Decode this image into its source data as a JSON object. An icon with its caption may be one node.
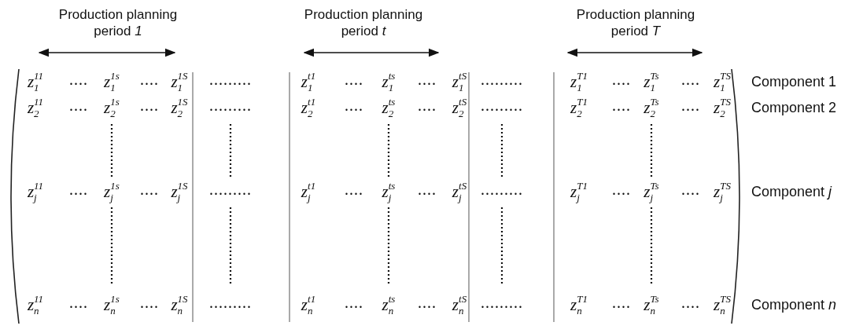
{
  "diagram": {
    "labels": [
      "Production planning period *1*",
      "Production planning period *t*",
      "Production planning period *T*",
      "z$_{1}$$^{11}$",
      "....",
      "z$_{1}$$^{1s}$",
      "....",
      "z$_{1}$$^{1S}$",
      ".........",
      "z$_{1}$$^{t1}$",
      "....",
      "z$_{1}$$^{ts}$",
      "....",
      "z$_{1}$$^{tS}$",
      ".........",
      "z$_{1}$$^{T1}$",
      "....",
      "z$_{1}$$^{Ts}$",
      "....",
      "z$_{1}$$^{TS}$",
      "Component 1",
      "z$_{2}$$^{11}$",
      "....",
      "z$_{2}$$^{1s}$",
      "....",
      "z$_{2}$$^{1S}$",
      ".........",
      "z$_{2}$$^{t1}$",
      "....",
      "z$_{2}$$^{ts}$",
      "....",
      "z$_{2}$$^{tS}$",
      ".........",
      "z$_{2}$$^{T1}$",
      "....",
      "z$_{2}$$^{Ts}$",
      "....",
      "z$_{2}$$^{TS}$",
      "Component 2",
      "z$_{j}$$^{11}$",
      "....",
      "z$_{j}$$^{1s}$",
      "....",
      "z$_{j}$$^{1S}$",
      ".........",
      "z$_{j}$$^{t1}$",
      "....",
      "z$_{j}$$^{ts}$",
      "....",
      "z$_{j}$$^{tS}$",
      ".........",
      "z$_{j}$$^{T1}$",
      "....",
      "z$_{j}$$^{Ts}$",
      "....",
      "z$_{j}$$^{TS}$",
      "Component *j*",
      "z$_{n}$$^{11}$",
      "....",
      "z$_{n}$$^{1s}$",
      "....",
      "z$_{n}$$^{1S}$",
      ".........",
      "z$_{n}$$^{t1}$",
      "....",
      "z$_{n}$$^{ts}$",
      "....",
      "z$_{n}$$^{tS}$",
      ".........",
      "z$_{n}$$^{T1}$",
      "....",
      "z$_{n}$$^{Ts}$",
      "....",
      "z$_{n}$$^{TS}$",
      "Component *n*"
    ]
  }
}
